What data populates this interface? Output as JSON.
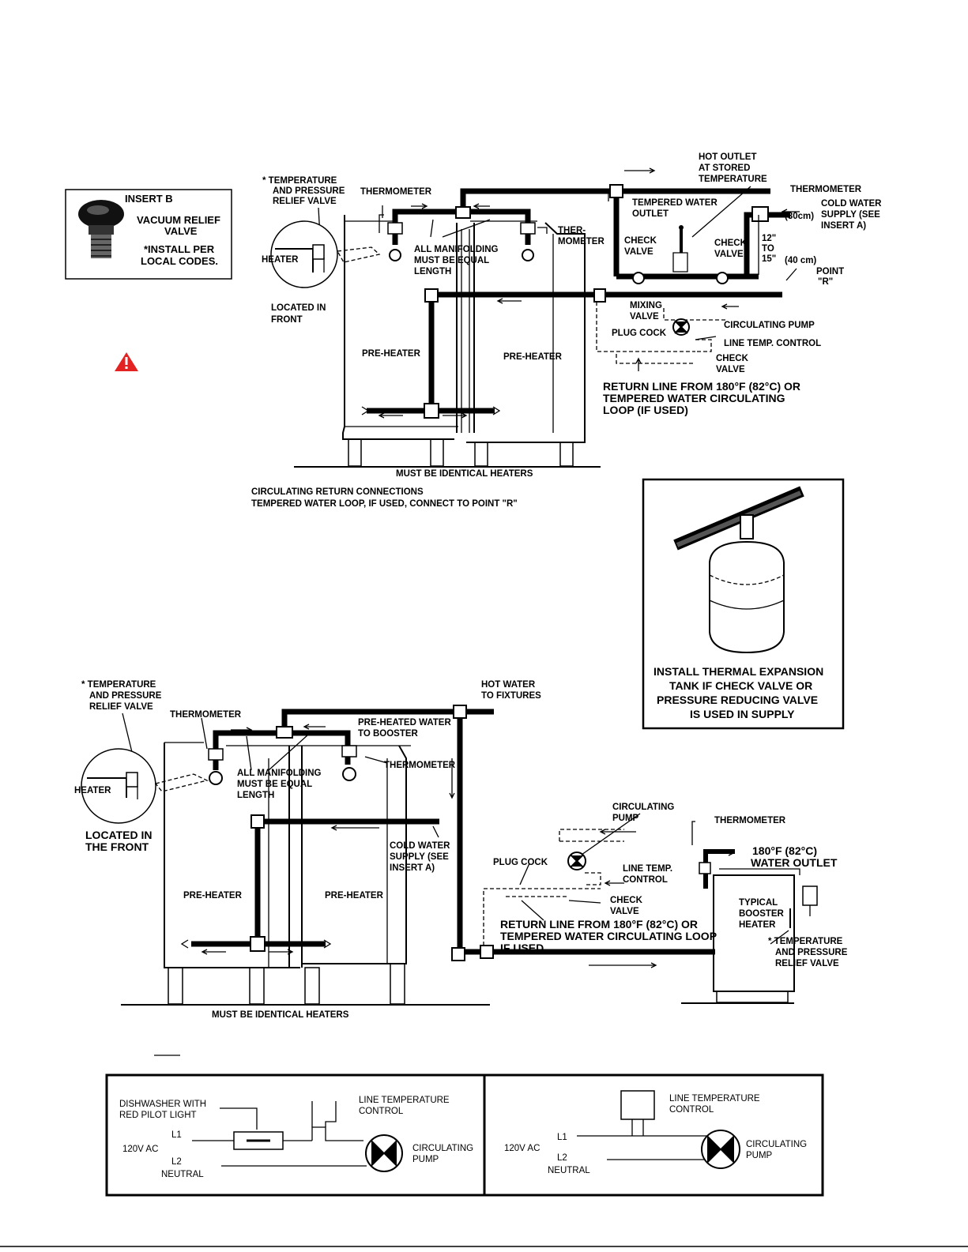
{
  "insert_b": {
    "title": "INSERT B",
    "valve_line1": "VACUUM RELIEF",
    "valve_line2": "VALVE",
    "note_line1": "*INSTALL PER",
    "note_line2": "LOCAL CODES."
  },
  "top_diagram": {
    "tp_valve": [
      "*  TEMPERATURE",
      "AND PRESSURE",
      "RELIEF VALVE"
    ],
    "thermometer_left": "THERMOMETER",
    "heater": "HEATER",
    "located": [
      "LOCATED IN",
      "FRONT"
    ],
    "manifolding": [
      "ALL MANIFOLDING",
      "MUST BE EQUAL",
      "LENGTH"
    ],
    "thermometer_mid": [
      "THER-",
      "MOMETER"
    ],
    "hot_outlet": [
      "HOT OUTLET",
      "AT STORED",
      "TEMPERATURE"
    ],
    "thermometer_right": "THERMOMETER",
    "tempered_outlet": [
      "TEMPERED WATER",
      "OUTLET"
    ],
    "check_valve_1": [
      "CHECK",
      "VALVE"
    ],
    "check_valve_2": [
      "CHECK",
      "VALVE"
    ],
    "cold_supply": [
      "COLD WATER",
      "SUPPLY (SEE",
      "INSERT A)"
    ],
    "dim_12": "12\"",
    "dim_to": "TO",
    "dim_15": "15\"",
    "dim_30": "(30cm)",
    "dim_40": "(40 cm)",
    "point_r": [
      "POINT",
      "\"R\""
    ],
    "mixing_valve": [
      "MIXING",
      "VALVE"
    ],
    "plug_cock": "PLUG COCK",
    "circ_pump": "CIRCULATING PUMP",
    "line_temp": "LINE TEMP. CONTROL",
    "check_valve_3": [
      "CHECK",
      "VALVE"
    ],
    "return_line": [
      "RETURN LINE FROM 180°F (82°C) OR",
      "TEMPERED WATER CIRCULATING",
      "LOOP (IF USED)"
    ],
    "preheater_1": "PRE-HEATER",
    "preheater_2": "PRE-HEATER",
    "identical": "MUST BE IDENTICAL HEATERS",
    "caption_1": "CIRCULATING RETURN CONNECTIONS",
    "caption_2": "TEMPERED WATER LOOP, IF USED, CONNECT TO POINT \"R\""
  },
  "expansion_tank": {
    "lines": [
      "INSTALL THERMAL EXPANSION",
      "TANK IF CHECK VALVE OR",
      "PRESSURE REDUCING VALVE",
      "IS USED IN SUPPLY"
    ]
  },
  "bottom_diagram": {
    "tp_valve": [
      "*  TEMPERATURE",
      "AND PRESSURE",
      "RELIEF VALVE"
    ],
    "thermometer_left": "THERMOMETER",
    "heater": "HEATER",
    "located": [
      "LOCATED IN",
      "THE FRONT"
    ],
    "manifolding": [
      "ALL MANIFOLDING",
      "MUST BE EQUAL",
      "LENGTH"
    ],
    "preheated": [
      "PRE-HEATED WATER",
      "TO BOOSTER"
    ],
    "thermometer_mid": "THERMOMETER",
    "hot_water": [
      "HOT WATER",
      "TO FIXTURES"
    ],
    "cold_supply": [
      "COLD WATER",
      "SUPPLY (SEE",
      "INSERT A)"
    ],
    "circ_pump": [
      "CIRCULATING",
      "PUMP"
    ],
    "thermometer_right": "THERMOMETER",
    "outlet_180": [
      "180°F (82°C)",
      "WATER OUTLET"
    ],
    "plug_cock": "PLUG COCK",
    "line_temp": [
      "LINE TEMP.",
      "CONTROL"
    ],
    "check_valve": [
      "CHECK",
      "VALVE"
    ],
    "booster": [
      "TYPICAL",
      "BOOSTER",
      "HEATER"
    ],
    "return_line": [
      "RETURN LINE FROM 180°F (82°C) OR",
      "TEMPERED WATER CIRCULATING LOOP",
      "IF USED."
    ],
    "tp_valve_right": [
      "*  TEMPERATURE",
      "AND PRESSURE",
      "RELIEF VALVE"
    ],
    "preheater_1": "PRE-HEATER",
    "preheater_2": "PRE-HEATER",
    "identical": "MUST BE IDENTICAL HEATERS"
  },
  "wiring_left": {
    "dishwasher": [
      "DISHWASHER WITH",
      "RED PILOT LIGHT"
    ],
    "line_temp": [
      "LINE TEMPERATURE",
      "CONTROL"
    ],
    "l1": "L1",
    "l2": "L2",
    "volts": "120V AC",
    "neutral": "NEUTRAL",
    "pump": [
      "CIRCULATING",
      "PUMP"
    ]
  },
  "wiring_right": {
    "line_temp": [
      "LINE TEMPERATURE",
      "CONTROL"
    ],
    "l1": "L1",
    "l2": "L2",
    "volts": "120V AC",
    "neutral": "NEUTRAL",
    "pump": [
      "CIRCULATING",
      "PUMP"
    ]
  },
  "colors": {
    "warning": "#e32222",
    "ink": "#000000"
  }
}
